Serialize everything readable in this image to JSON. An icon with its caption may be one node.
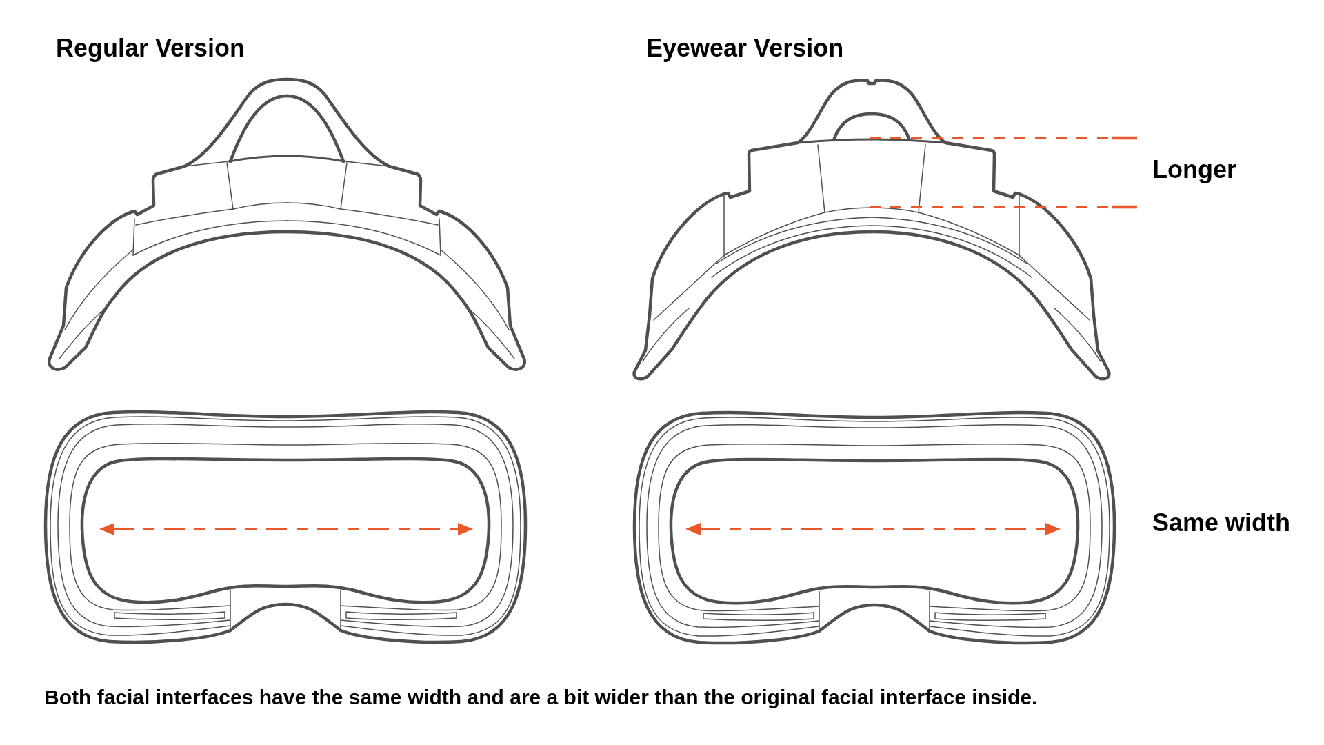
{
  "diagram": {
    "caption": "Both facial interfaces have the same width and are a bit wider than the original facial interface inside.",
    "labels": [
      "Regular Version",
      "Eyewear Version",
      "Longer",
      "Same width"
    ]
  }
}
